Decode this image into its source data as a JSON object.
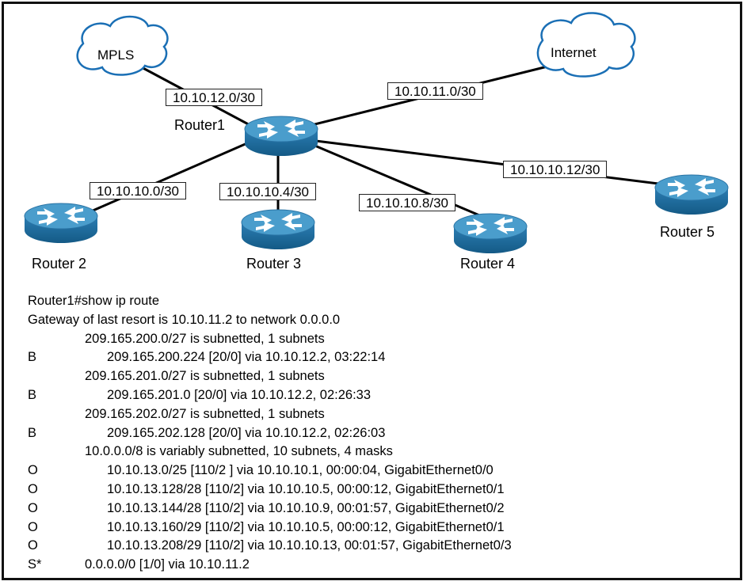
{
  "clouds": {
    "mpls": "MPLS",
    "internet": "Internet"
  },
  "routers": {
    "r1": "Router1",
    "r2": "Router 2",
    "r3": "Router 3",
    "r4": "Router 4",
    "r5": "Router 5"
  },
  "links": {
    "mpls": "10.10.12.0/30",
    "internet": "10.10.11.0/30",
    "r2": "10.10.10.0/30",
    "r3": "10.10.10.4/30",
    "r4": "10.10.10.8/30",
    "r5": "10.10.10.12/30"
  },
  "colors": {
    "router_fill": "#1f6fa3",
    "router_top": "#3d93c4",
    "cloud_stroke": "#1a6fb5"
  },
  "output": {
    "command": "Router1#show ip route",
    "gateway": "Gateway of last resort is 10.10.11.2 to network 0.0.0.0",
    "lines": [
      {
        "code": "",
        "text": "209.165.200.0/27 is subnetted, 1 subnets"
      },
      {
        "code": "B",
        "text": "209.165.200.224 [20/0] via 10.10.12.2, 03:22:14"
      },
      {
        "code": "",
        "text": "209.165.201.0/27 is subnetted, 1 subnets"
      },
      {
        "code": "B",
        "text": "209.165.201.0 [20/0] via 10.10.12.2, 02:26:33"
      },
      {
        "code": "",
        "text": "209.165.202.0/27 is subnetted, 1 subnets"
      },
      {
        "code": "B",
        "text": "209.165.202.128 [20/0] via 10.10.12.2, 02:26:03"
      },
      {
        "code": "",
        "text": "10.0.0.0/8 is variably subnetted, 10 subnets, 4 masks"
      },
      {
        "code": "O",
        "text": "10.10.13.0/25 [110/2 ] via 10.10.10.1, 00:00:04, GigabitEthernet0/0"
      },
      {
        "code": "O",
        "text": "10.10.13.128/28 [110/2] via 10.10.10.5, 00:00:12, GigabitEthernet0/1"
      },
      {
        "code": "O",
        "text": "10.10.13.144/28 [110/2] via 10.10.10.9, 00:01:57, GigabitEthernet0/2"
      },
      {
        "code": "O",
        "text": "10.10.13.160/29 [110/2] via 10.10.10.5, 00:00:12, GigabitEthernet0/1"
      },
      {
        "code": "O",
        "text": "10.10.13.208/29 [110/2] via 10.10.10.13, 00:01:57, GigabitEthernet0/3"
      },
      {
        "code": "S*",
        "text": "0.0.0.0/0 [1/0] via 10.10.11.2"
      }
    ]
  }
}
